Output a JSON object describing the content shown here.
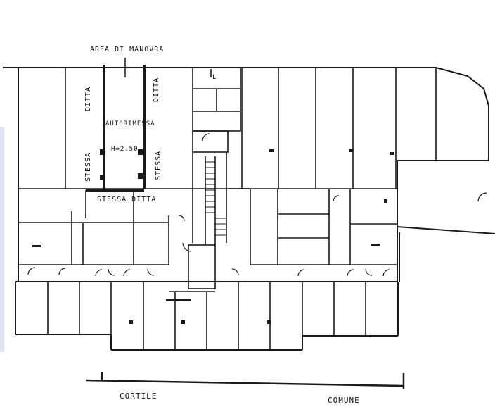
{
  "labels": {
    "area_di_manovra": "AREA DI MANOVRA",
    "ditta_left": "DITTA",
    "ditta_right": "DITTA",
    "autorimessa": "AUTORIMESSA",
    "height": "H=2.50",
    "stessa_left": "STESSA",
    "stessa_right": "STESSA",
    "stessa_ditta": "STESSA DITTA",
    "stair_mark": "L",
    "cortile": "CORTILE",
    "comune": "COMUNE"
  },
  "colors": {
    "line": "#1a1a1a",
    "paper": "#ffffff",
    "edge_tint": "#dfe6f2"
  }
}
